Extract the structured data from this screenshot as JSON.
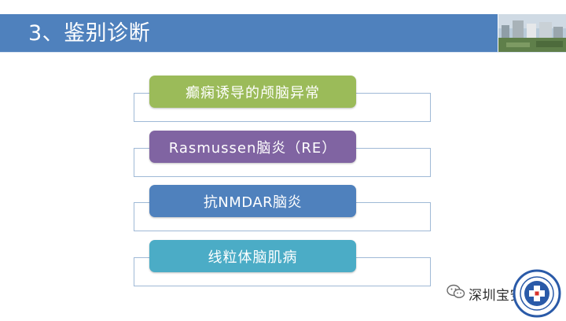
{
  "slide": {
    "title": "3、鉴别诊断",
    "items": [
      {
        "label": "癫痫诱导的颅脑异常"
      },
      {
        "label": "Rasmussen脑炎（RE）"
      },
      {
        "label": "抗NMDAR脑炎"
      },
      {
        "label": "线粒体脑肌病"
      }
    ]
  },
  "watermark": {
    "text": "深圳宝安MR",
    "icon": "wechat-icon"
  },
  "logo": {
    "icon": "hospital-logo"
  },
  "colors": {
    "title_bar": "#4f81bd",
    "item1": "#9bbb59",
    "item2": "#8064a2",
    "item3": "#4f81bd",
    "item4": "#4bacc6",
    "outline": "#9fb9d6"
  }
}
